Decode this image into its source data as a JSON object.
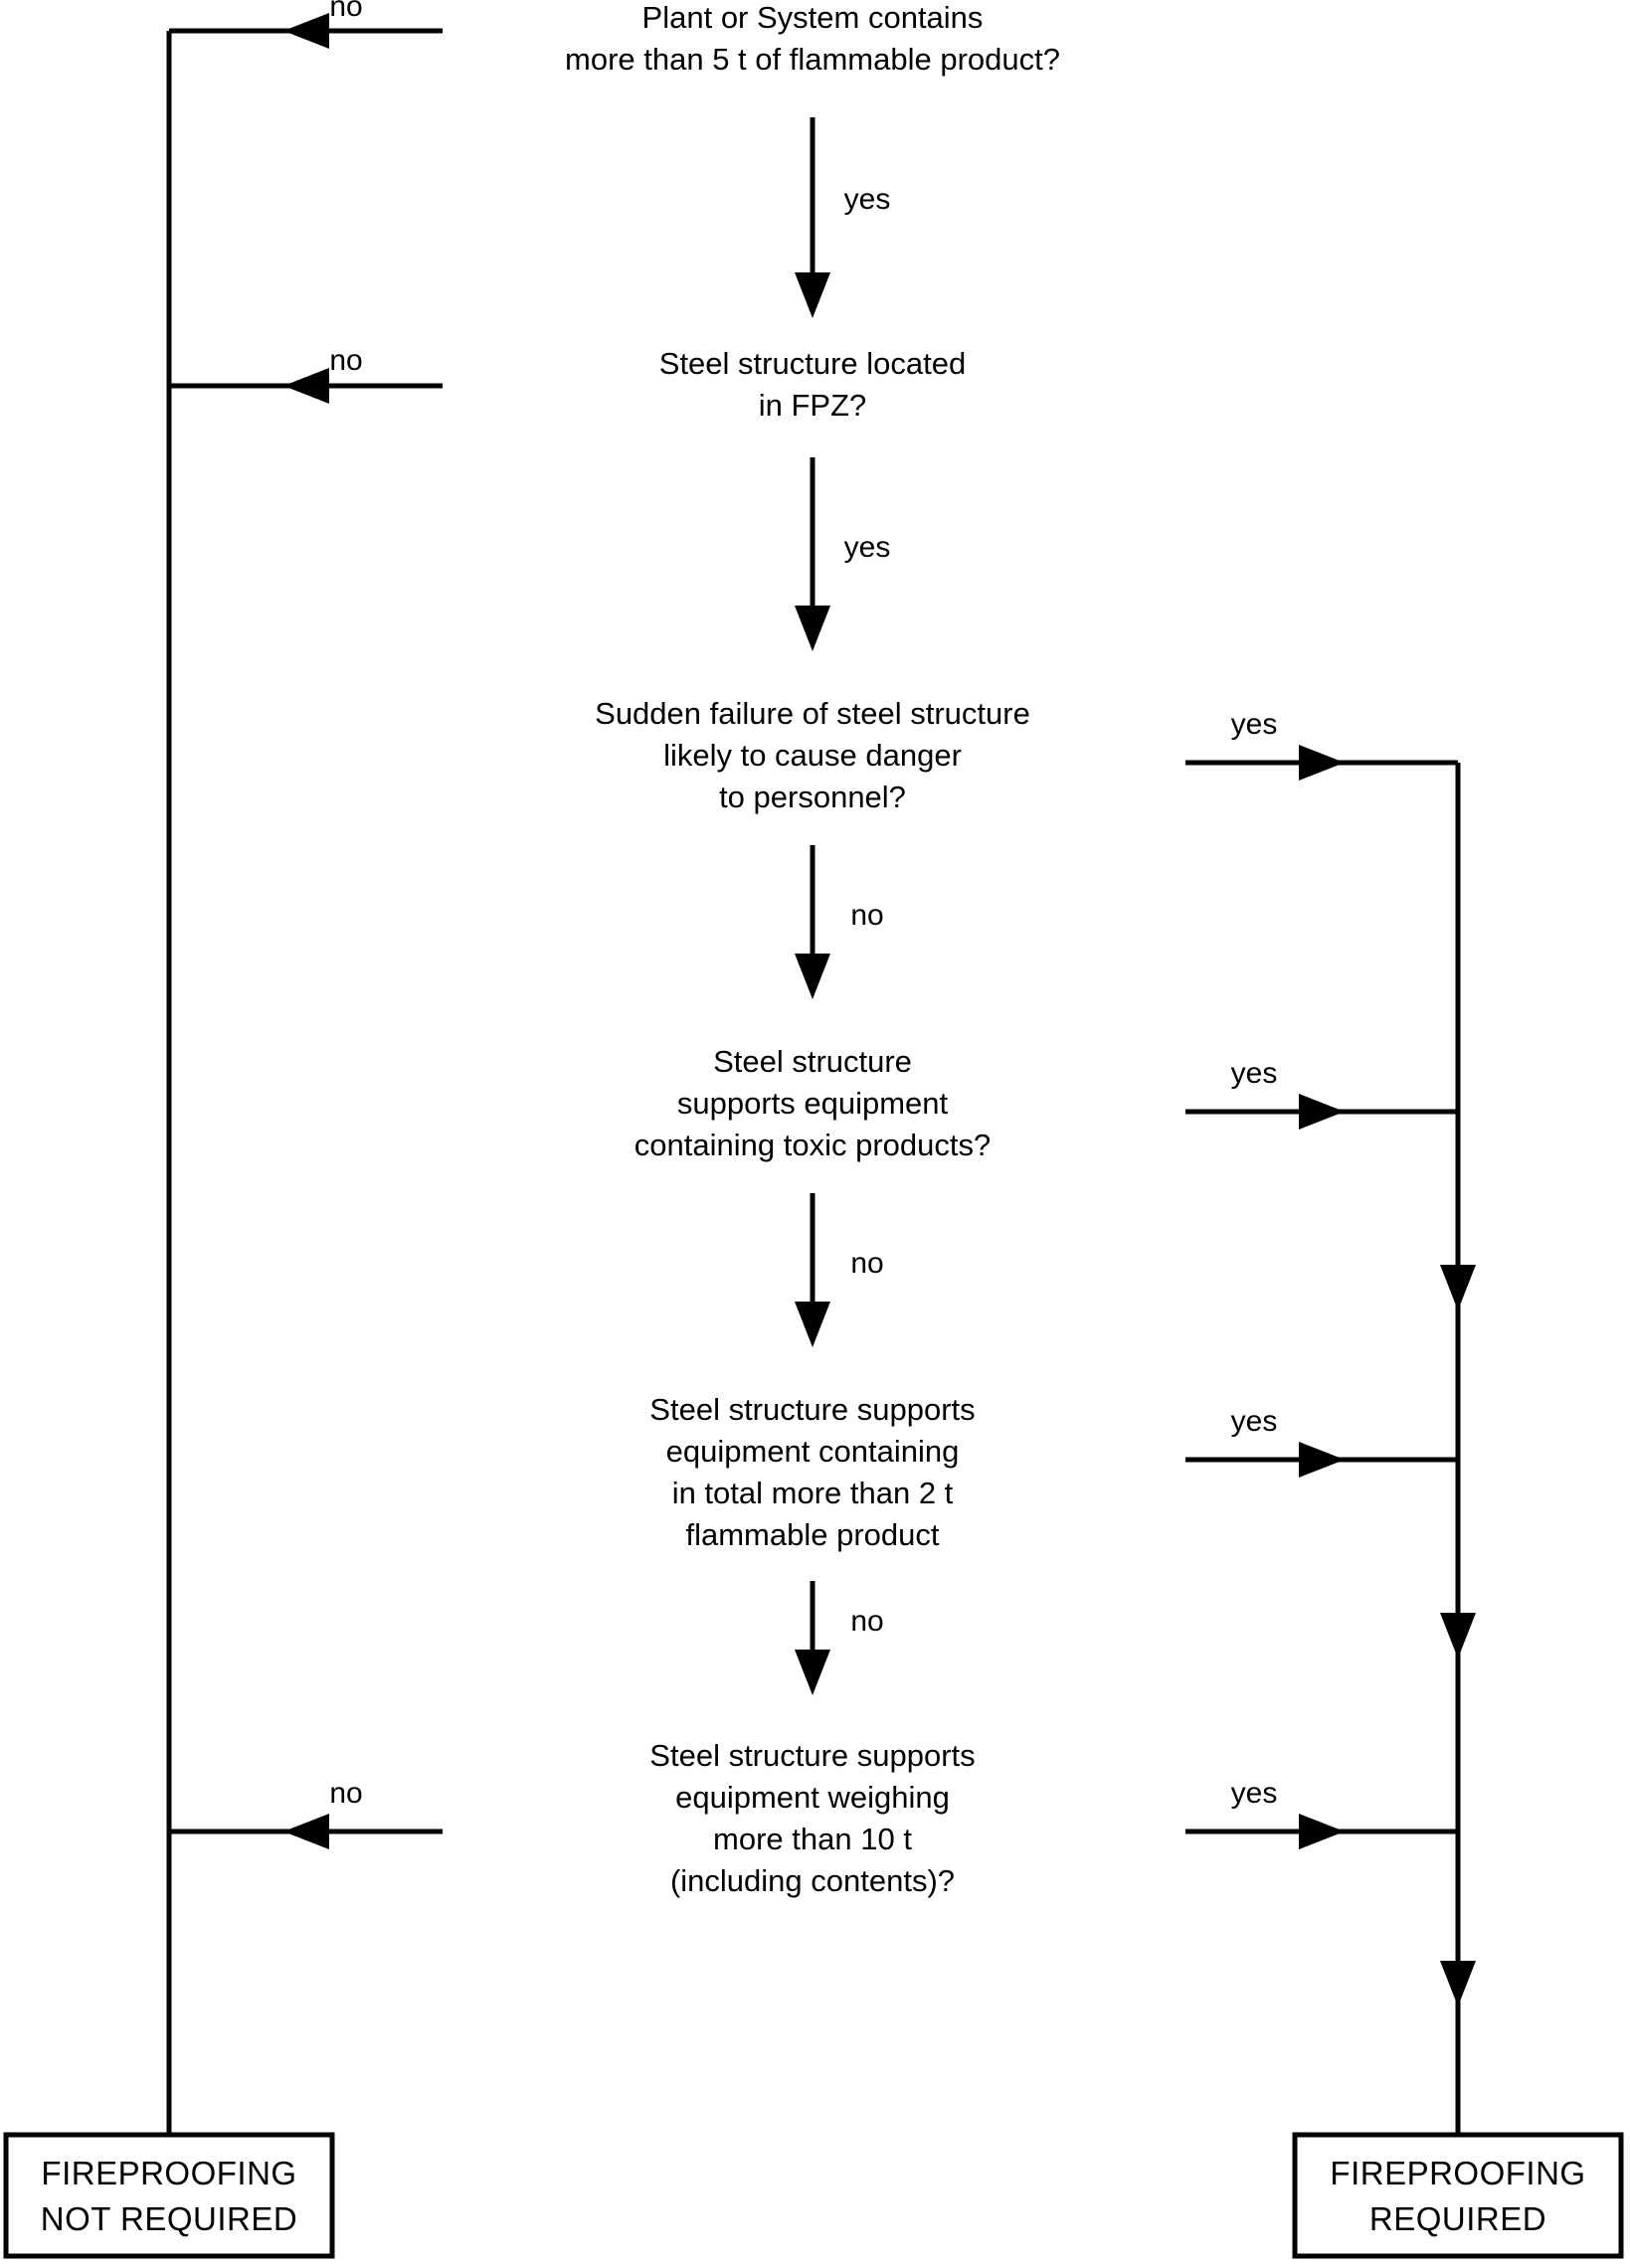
{
  "diagram": {
    "title": "Fireproofing decision flowchart",
    "type": "flowchart",
    "background": "#ffffff",
    "line_color": "#000000"
  },
  "nodes": [
    {
      "id": "q1",
      "kind": "decision",
      "lines": [
        "Plant or System contains",
        "more than 5 t of flammable product?"
      ]
    },
    {
      "id": "q2",
      "kind": "decision",
      "lines": [
        "Steel structure located",
        "in FPZ?"
      ]
    },
    {
      "id": "q3",
      "kind": "decision",
      "lines": [
        "Sudden failure of steel structure",
        "likely to cause danger",
        "to personnel?"
      ]
    },
    {
      "id": "q4",
      "kind": "decision",
      "lines": [
        "Steel structure",
        "supports equipment",
        "containing toxic products?"
      ]
    },
    {
      "id": "q5",
      "kind": "decision",
      "lines": [
        "Steel structure supports",
        "equipment containing",
        "in total more than 2 t",
        "flammable product"
      ]
    },
    {
      "id": "q6",
      "kind": "decision",
      "lines": [
        "Steel structure supports",
        "equipment weighing",
        "more than 10 t",
        "(including contents)?"
      ]
    }
  ],
  "terminals": [
    {
      "id": "not-required",
      "lines": [
        "FIREPROOFING",
        "NOT REQUIRED"
      ]
    },
    {
      "id": "required",
      "lines": [
        "FIREPROOFING",
        "REQUIRED"
      ]
    }
  ],
  "edge_labels": {
    "q1_no": "no",
    "q1_yes": "yes",
    "q2_no": "no",
    "q2_yes": "yes",
    "q3_yes": "yes",
    "q3_no": "no",
    "q4_yes": "yes",
    "q4_no": "no",
    "q5_yes": "yes",
    "q5_no": "no",
    "q6_no": "no",
    "q6_yes": "yes"
  },
  "chart_data": {
    "type": "table",
    "title": "Fireproofing decision flowchart",
    "nodes": [
      "Plant or System contains more than 5 t of flammable product?",
      "Steel structure located in FPZ?",
      "Sudden failure of steel structure likely to cause danger to personnel?",
      "Steel structure supports equipment containing toxic products?",
      "Steel structure supports equipment containing in total more than 2 t flammable product",
      "Steel structure supports equipment weighing more than 10 t (including contents)?"
    ],
    "edges": [
      {
        "from": "Plant or System contains more than 5 t of flammable product?",
        "label": "no",
        "to": "FIREPROOFING NOT REQUIRED"
      },
      {
        "from": "Plant or System contains more than 5 t of flammable product?",
        "label": "yes",
        "to": "Steel structure located in FPZ?"
      },
      {
        "from": "Steel structure located in FPZ?",
        "label": "no",
        "to": "FIREPROOFING NOT REQUIRED"
      },
      {
        "from": "Steel structure located in FPZ?",
        "label": "yes",
        "to": "Sudden failure of steel structure likely to cause danger to personnel?"
      },
      {
        "from": "Sudden failure of steel structure likely to cause danger to personnel?",
        "label": "yes",
        "to": "FIREPROOFING REQUIRED"
      },
      {
        "from": "Sudden failure of steel structure likely to cause danger to personnel?",
        "label": "no",
        "to": "Steel structure supports equipment containing toxic products?"
      },
      {
        "from": "Steel structure supports equipment containing toxic products?",
        "label": "yes",
        "to": "FIREPROOFING REQUIRED"
      },
      {
        "from": "Steel structure supports equipment containing toxic products?",
        "label": "no",
        "to": "Steel structure supports equipment containing in total more than 2 t flammable product"
      },
      {
        "from": "Steel structure supports equipment containing in total more than 2 t flammable product",
        "label": "yes",
        "to": "FIREPROOFING REQUIRED"
      },
      {
        "from": "Steel structure supports equipment containing in total more than 2 t flammable product",
        "label": "no",
        "to": "Steel structure supports equipment weighing more than 10 t (including contents)?"
      },
      {
        "from": "Steel structure supports equipment weighing more than 10 t (including contents)?",
        "label": "no",
        "to": "FIREPROOFING NOT REQUIRED"
      },
      {
        "from": "Steel structure supports equipment weighing more than 10 t (including contents)?",
        "label": "yes",
        "to": "FIREPROOFING REQUIRED"
      }
    ],
    "terminals": [
      "FIREPROOFING NOT REQUIRED",
      "FIREPROOFING REQUIRED"
    ]
  }
}
